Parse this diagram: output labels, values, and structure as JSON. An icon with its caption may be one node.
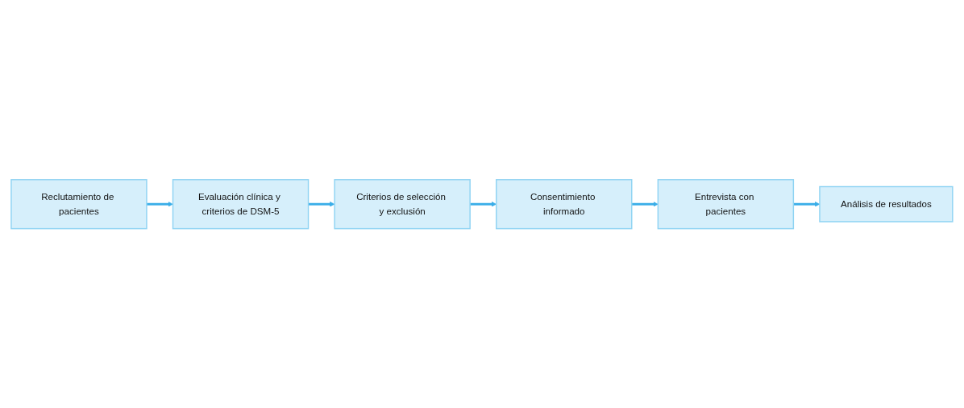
{
  "diagram": {
    "nodes": [
      {
        "text": [
          "Reclutamiento de pacientes"
        ]
      },
      {
        "text": [
          "Evaluación clínica y criterios de DSM-5"
        ]
      },
      {
        "text": [
          "Criterios de selección y exclusión"
        ]
      },
      {
        "text": [
          "Consentimiento informado"
        ]
      },
      {
        "text": [
          "Entrevista con pacientes"
        ]
      },
      {
        "text": [
          "Análisis de resultados"
        ]
      }
    ],
    "edges": [
      {
        "from": 0,
        "to": 1,
        "arrow": "to"
      },
      {
        "from": 1,
        "to": 2,
        "arrow": "to"
      },
      {
        "from": 2,
        "to": 3,
        "arrow": "to"
      },
      {
        "from": 3,
        "to": 4,
        "arrow": "to"
      },
      {
        "from": 4,
        "to": 5,
        "arrow": "to"
      }
    ]
  }
}
